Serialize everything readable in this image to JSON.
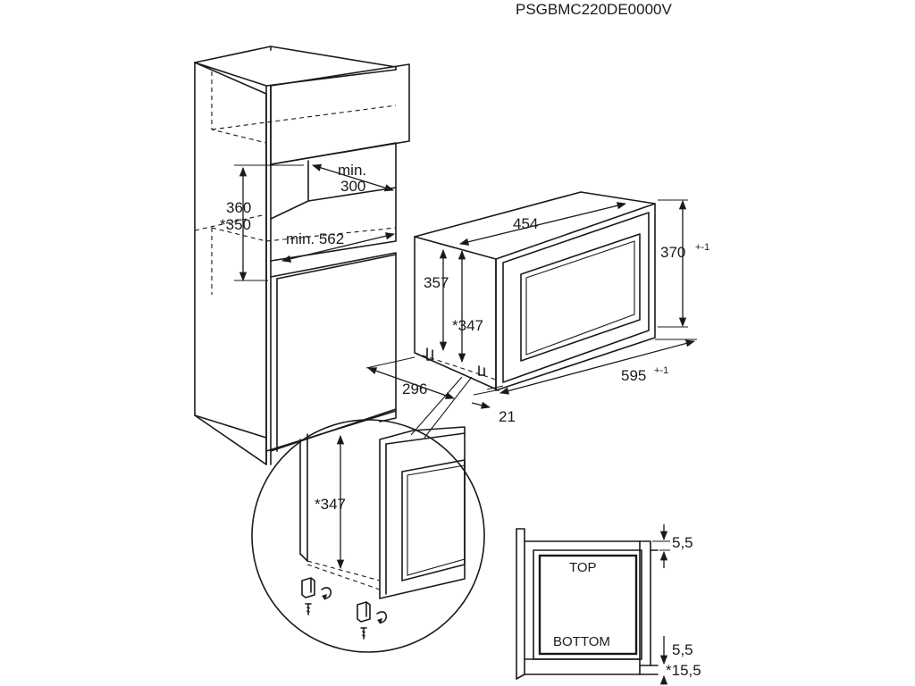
{
  "model_code": "PSGBMC220DE0000V",
  "cabinet": {
    "min_depth_label_1": "min.",
    "min_depth_label_2": "300",
    "height_1": "360",
    "height_2": "*350",
    "min_width": "min. 562"
  },
  "appliance": {
    "width": "454",
    "height_front": "370",
    "height_front_tol": "+-1",
    "height_body": "357",
    "height_body_alt": "*347",
    "depth": "296",
    "front_width": "595",
    "front_width_tol": "+-1",
    "front_depth": "21"
  },
  "detail": {
    "height": "*347"
  },
  "front_view": {
    "top_label": "TOP",
    "bottom_label": "BOTTOM",
    "gap_top": "5,5",
    "gap_bottom": "5,5",
    "gap_bottom_alt": "*15,5"
  }
}
